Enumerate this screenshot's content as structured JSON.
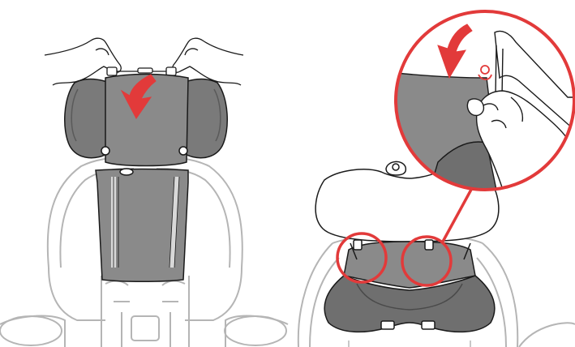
{
  "figure": {
    "panels": [
      {
        "id": "left",
        "step": "pull-cover-down-over-headrest",
        "arrow": "down"
      },
      {
        "id": "right",
        "step": "tuck-cover-at-headrest-hooks",
        "arrow": "down",
        "callout_count": 2,
        "has_zoom_inset": true
      }
    ],
    "colors": {
      "cover_gray": "#8a8a8a",
      "cover_shadow": "#6f6f6f",
      "outline": "#1a1a1a",
      "seat_line": "#b5b5b5",
      "accent_red": "#e23a3a",
      "background": "#ffffff"
    }
  }
}
